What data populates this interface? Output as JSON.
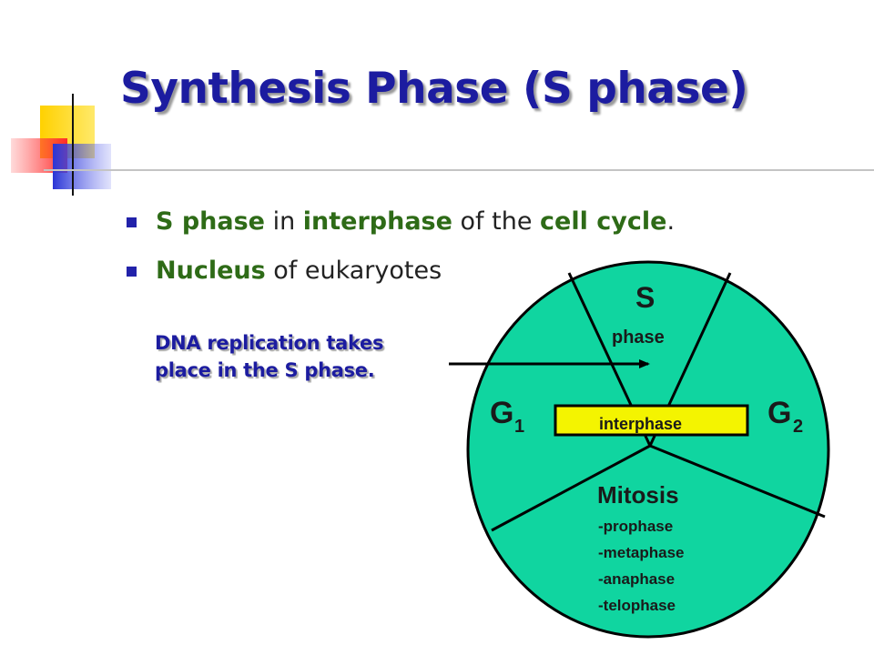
{
  "title": "Synthesis Phase (S phase)",
  "bullets": [
    {
      "parts": [
        {
          "text": "S phase",
          "highlight": true
        },
        {
          "text": " in ",
          "highlight": false
        },
        {
          "text": "interphase",
          "highlight": true
        },
        {
          "text": " of the ",
          "highlight": false
        },
        {
          "text": "cell cycle",
          "highlight": true
        },
        {
          "text": ".",
          "highlight": false
        }
      ]
    },
    {
      "parts": [
        {
          "text": "Nucleus",
          "highlight": true
        },
        {
          "text": " of eukaryotes",
          "highlight": false
        }
      ]
    }
  ],
  "callout": {
    "line1": "DNA replication takes",
    "line2": "place in the S phase."
  },
  "cycle": {
    "s_letter": "S",
    "s_word": "phase",
    "g1_letter": "G",
    "g1_sub": "1",
    "g2_letter": "G",
    "g2_sub": "2",
    "interphase": "interphase",
    "mitosis": "Mitosis",
    "stages": [
      "-prophase",
      "-metaphase",
      "-anaphase",
      "-telophase"
    ]
  },
  "colors": {
    "circle_fill": "#10d5a0",
    "interphase_box": "#f4f400",
    "title": "#1c1ca0",
    "highlight_green": "#2e6b17",
    "bullet_square": "#2222aa"
  }
}
